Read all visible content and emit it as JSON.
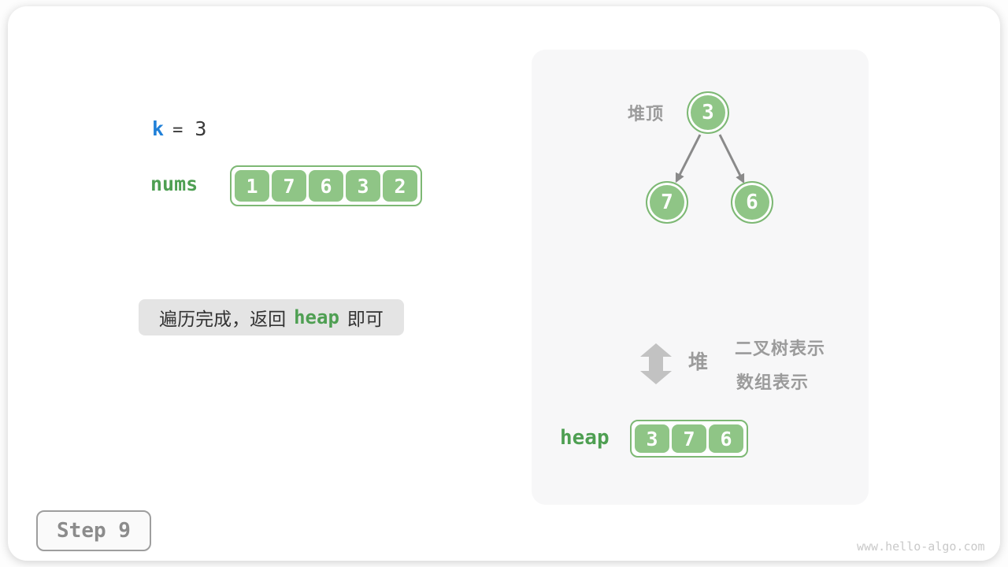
{
  "step": {
    "label": "Step 9"
  },
  "watermark": "www.hello-algo.com",
  "left_section": {
    "k_var": "k",
    "k_eq": "=",
    "k_val": "3",
    "nums_label": "nums",
    "nums_values": [
      "1",
      "7",
      "6",
      "3",
      "2"
    ],
    "message_prefix": "遍历完成，返回",
    "message_code": "heap",
    "message_suffix": "即可"
  },
  "heap_panel": {
    "top_label": "堆顶",
    "tree": {
      "root": "3",
      "left_child": "7",
      "right_child": "6"
    },
    "legend": {
      "center": "堆",
      "top": "二叉树表示",
      "bottom": "数组表示"
    },
    "heap_label": "heap",
    "heap_values": [
      "3",
      "7",
      "6"
    ]
  },
  "colors": {
    "green_fill": "#8FC586",
    "green_border": "#7DB874",
    "green_text": "#4E9F52",
    "blue_text": "#2080D8",
    "gray_label": "#9B9B9B",
    "dark_text": "#3A3A3A",
    "arrow": "#8A8A8A",
    "light_arrow": "#C2C2C2"
  }
}
